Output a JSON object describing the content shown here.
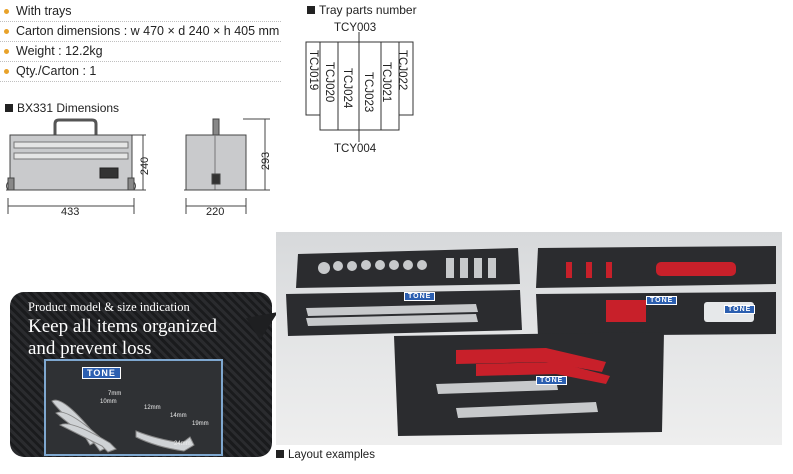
{
  "specs": [
    "With trays",
    "Carton dimensions : w 470 × d 240 × h 405 mm",
    "Weight : 12.2kg",
    "Qty./Carton : 1"
  ],
  "dimensions": {
    "heading": "BX331 Dimensions",
    "width": "433",
    "height": "240",
    "depth": "220",
    "full_height": "293"
  },
  "tray": {
    "heading": "Tray parts number",
    "top": "TCY003",
    "bottom": "TCY004",
    "left_outer": "TCJ019",
    "left_inner": "TCJ020",
    "center_left": "TCJ024",
    "center_right": "TCJ023",
    "right_inner": "TCJ021",
    "right_outer": "TCJ022"
  },
  "callout": {
    "small": "Product model & size indication",
    "line1": "Keep all items organized",
    "line2": "and prevent loss",
    "brand": "TONE",
    "sizes": [
      "7mm",
      "10mm",
      "12mm",
      "14mm",
      "19mm",
      "24mm"
    ]
  },
  "photo": {
    "brand": "TONE",
    "caption": "Layout examples"
  },
  "colors": {
    "bullet": "#e8a22a",
    "tone_blue": "#2c5fb0",
    "tool_red": "#c8202a"
  }
}
